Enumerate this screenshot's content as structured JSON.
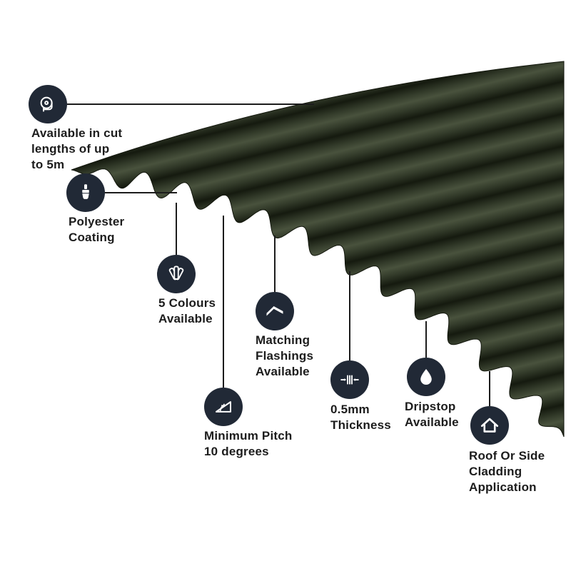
{
  "colors": {
    "accent": "#212936",
    "text": "#1c1c1c",
    "line": "#1c1c1c",
    "background": "#ffffff",
    "sheet_ridge": "#49523d",
    "sheet_mid": "#333b2a",
    "sheet_valley": "#151a0f",
    "sheet_edge": "#12160c"
  },
  "sheet": {
    "name": "corrugated-roof-sheet"
  },
  "features": [
    {
      "id": "cut-lengths",
      "icon": "tape-measure-icon",
      "label": "Available in cut\nlengths of up\nto 5m"
    },
    {
      "id": "polyester-coating",
      "icon": "paintbrush-icon",
      "label": "Polyester\nCoating"
    },
    {
      "id": "five-colours",
      "icon": "colour-swatch-icon",
      "label": "5 Colours\nAvailable"
    },
    {
      "id": "matching-flashings",
      "icon": "flashing-sheet-icon",
      "label": "Matching\nFlashings\nAvailable"
    },
    {
      "id": "minimum-pitch",
      "icon": "pitch-angle-icon",
      "label": "Minimum Pitch\n10 degrees"
    },
    {
      "id": "thickness",
      "icon": "thickness-gauge-icon",
      "label": "0.5mm\nThickness"
    },
    {
      "id": "dripstop",
      "icon": "droplet-icon",
      "label": "Dripstop\nAvailable"
    },
    {
      "id": "cladding-application",
      "icon": "house-icon",
      "label": "Roof Or Side\nCladding\nApplication"
    }
  ]
}
